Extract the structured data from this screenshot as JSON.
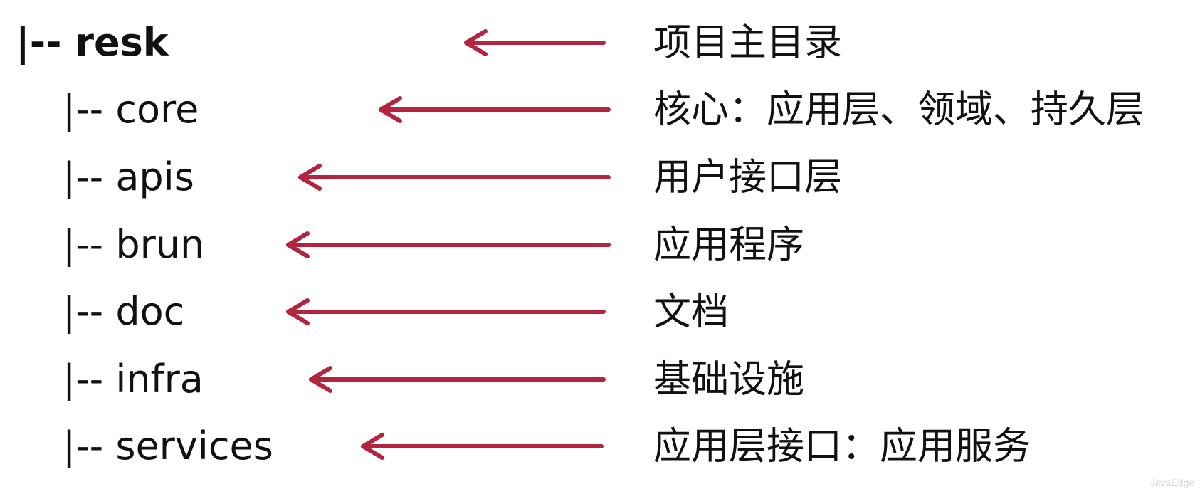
{
  "accent_color": "#b3243f",
  "rows": [
    {
      "path": "|-- resk",
      "description": "项目主目录"
    },
    {
      "path": "|-- core",
      "description": "核心：应用层、领域、持久层"
    },
    {
      "path": "|-- apis",
      "description": "用户接口层"
    },
    {
      "path": "|-- brun",
      "description": "应用程序"
    },
    {
      "path": "|-- doc",
      "description": "文档"
    },
    {
      "path": "|-- infra",
      "description": "基础设施"
    },
    {
      "path": "|-- services",
      "description": "应用层接口：应用服务"
    }
  ],
  "watermark": "JavaEdge"
}
